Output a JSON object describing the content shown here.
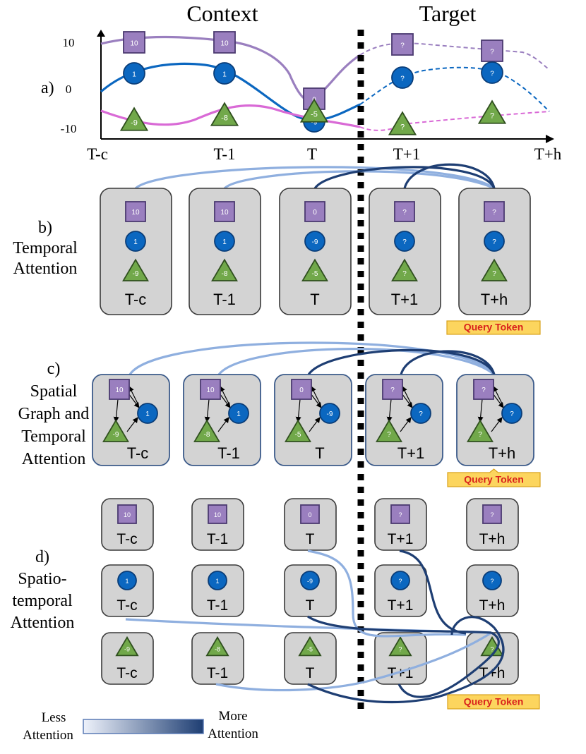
{
  "header": {
    "context": "Context",
    "target": "Target"
  },
  "colors": {
    "purple": "#9a7fbf",
    "purple_dark": "#4b3a70",
    "blue": "#0b67c0",
    "blue_dark": "#0a3d78",
    "green": "#71a84a",
    "green_dark": "#2f4f1e",
    "pink": "#d96ad6",
    "box": "#d3d3d3",
    "box_edge": "#3a3a3a",
    "box_c_edge": "#3c5b8a",
    "attn_low": "#8fafdf",
    "attn_high": "#1e3e73",
    "query_fill": "#fcd55e",
    "query_text": "#d9211c",
    "query_edge": "#d9a21c"
  },
  "panel_a": {
    "label": "a)",
    "y_ticks": [
      "10",
      "0",
      "-10"
    ],
    "x_ticks": [
      "T-c",
      "T-1",
      "T",
      "T+1",
      "T+h"
    ],
    "markers": {
      "square": [
        "10",
        "10",
        "0",
        "?",
        "?"
      ],
      "circle": [
        "1",
        "1",
        "-9",
        "?",
        "?"
      ],
      "triangle": [
        "-9",
        "-8",
        "-5",
        "?",
        "?"
      ]
    }
  },
  "panel_b": {
    "label_lines": [
      "b)",
      "Temporal",
      "Attention"
    ],
    "boxes": [
      {
        "time": "T-c",
        "square": "10",
        "circle": "1",
        "triangle": "-9"
      },
      {
        "time": "T-1",
        "square": "10",
        "circle": "1",
        "triangle": "-8"
      },
      {
        "time": "T",
        "square": "0",
        "circle": "-9",
        "triangle": "-5"
      },
      {
        "time": "T+1",
        "square": "?",
        "circle": "?",
        "triangle": "?"
      },
      {
        "time": "T+h",
        "square": "?",
        "circle": "?",
        "triangle": "?"
      }
    ],
    "query_token": "Query Token"
  },
  "panel_c": {
    "label_lines": [
      "c)",
      "Spatial",
      "Graph and",
      "Temporal",
      "Attention"
    ],
    "boxes": [
      {
        "time": "T-c",
        "square": "10",
        "circle": "1",
        "triangle": "-9"
      },
      {
        "time": "T-1",
        "square": "10",
        "circle": "1",
        "triangle": "-8"
      },
      {
        "time": "T",
        "square": "0",
        "circle": "-9",
        "triangle": "-5"
      },
      {
        "time": "T+1",
        "square": "?",
        "circle": "?",
        "triangle": "?"
      },
      {
        "time": "T+h",
        "square": "?",
        "circle": "?",
        "triangle": "?"
      }
    ],
    "query_token": "Query Token"
  },
  "panel_d": {
    "label_lines": [
      "d)",
      "Spatio-",
      "temporal",
      "Attention"
    ],
    "times": [
      "T-c",
      "T-1",
      "T",
      "T+1",
      "T+h"
    ],
    "rows": [
      {
        "shape": "square",
        "values": [
          "10",
          "10",
          "0",
          "?",
          "?"
        ]
      },
      {
        "shape": "circle",
        "values": [
          "1",
          "1",
          "-9",
          "?",
          "?"
        ]
      },
      {
        "shape": "triangle",
        "values": [
          "-9",
          "-8",
          "-5",
          "?",
          "?"
        ]
      }
    ],
    "query_token": "Query Token"
  },
  "legend": {
    "low_lines": [
      "Less",
      "Attention"
    ],
    "high_lines": [
      "More",
      "Attention"
    ]
  }
}
